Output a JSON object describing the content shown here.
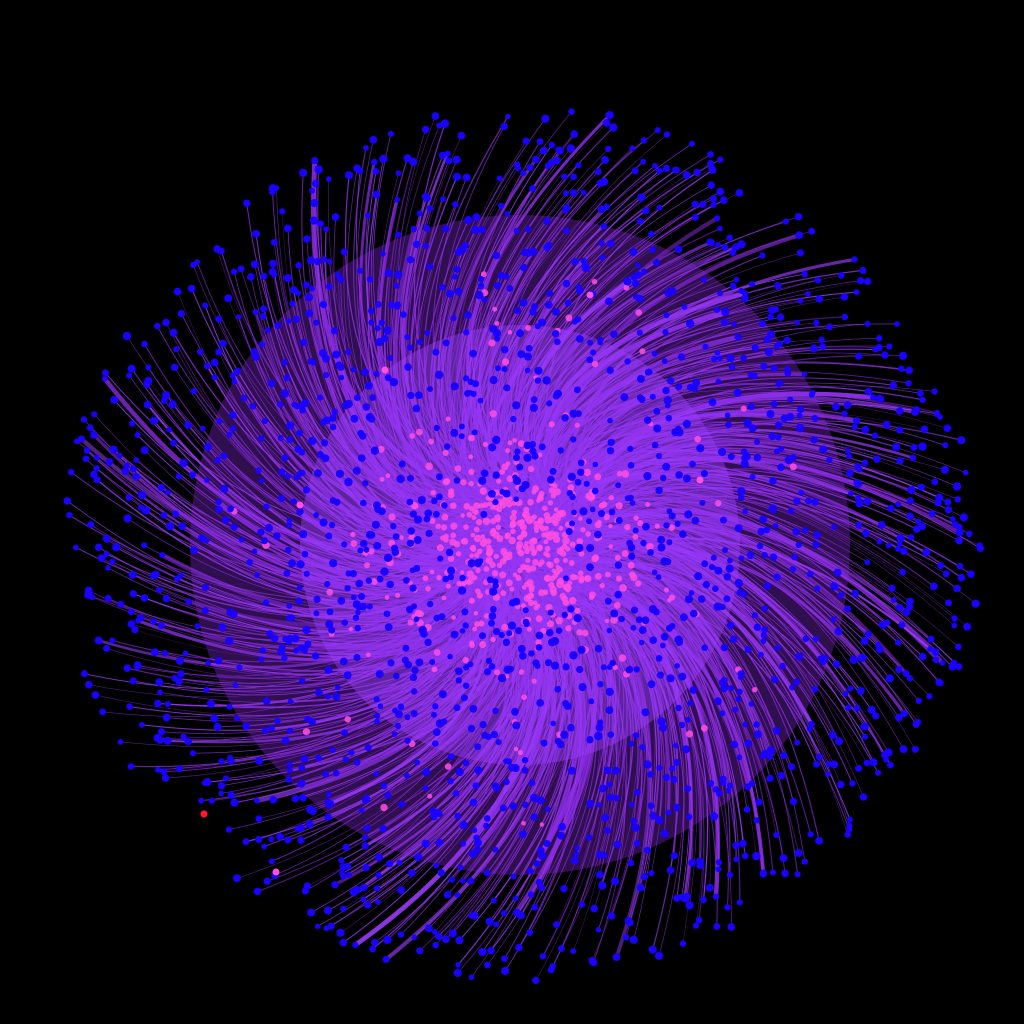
{
  "diagram": {
    "type": "force-directed network graph",
    "background_color": "#000000",
    "edge_color": "#8a2be2",
    "edge_highlight_color": "#9b3cff",
    "node_categories": [
      {
        "category": "peripheral",
        "color": "#1a00ff",
        "approx_count": 2600
      },
      {
        "category": "core",
        "color": "#ff4fe0",
        "approx_count": 700
      },
      {
        "category": "outlier",
        "color": "#ff1a2e",
        "approx_count": 1
      }
    ]
  }
}
